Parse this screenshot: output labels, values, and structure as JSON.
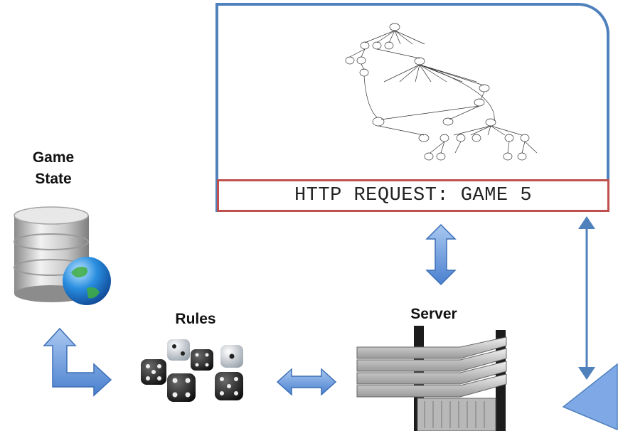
{
  "labels": {
    "game_state": "Game\nState",
    "rules": "Rules",
    "server": "Server"
  },
  "request": {
    "text": "HTTP REQUEST: GAME 5"
  },
  "colors": {
    "frame_blue": "#4f81bd",
    "request_red": "#c0504d",
    "arrow_fill": "#5b8fd6",
    "arrow_light": "#a9c8f0"
  },
  "icons": {
    "database": "database-globe-icon",
    "dice": "dice-icon",
    "server": "server-rack-icon",
    "tree": "game-tree-graph"
  }
}
